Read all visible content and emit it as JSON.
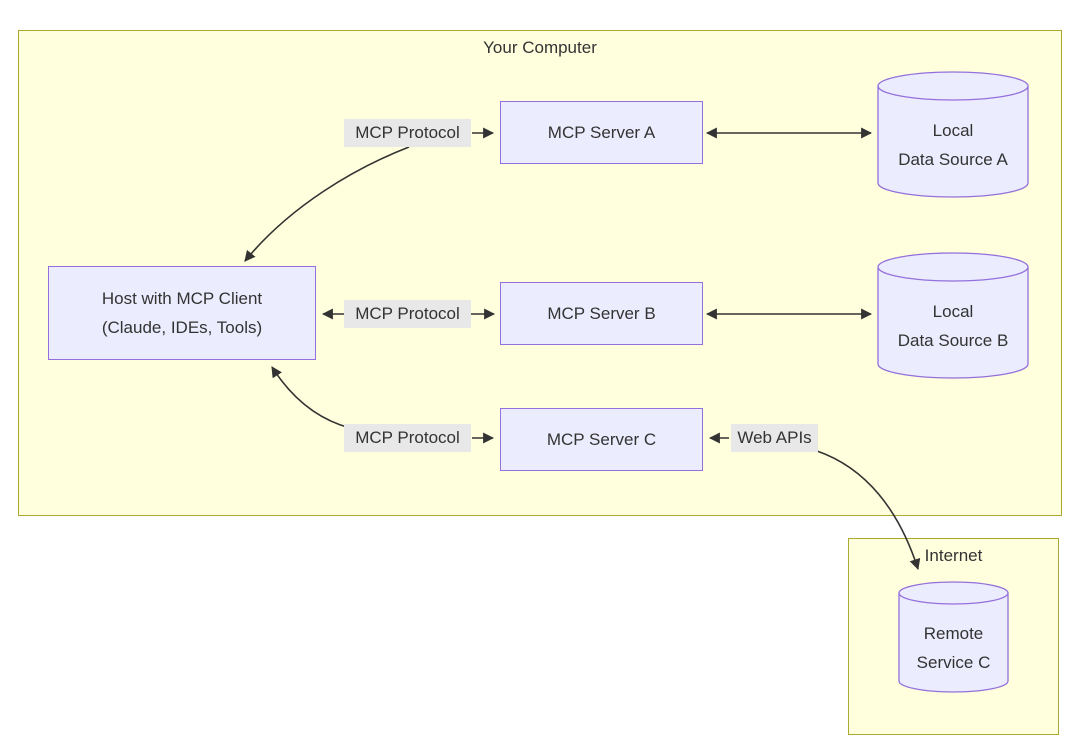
{
  "diagram": {
    "computer_container": {
      "title": "Your Computer"
    },
    "internet_container": {
      "title": "Internet"
    },
    "nodes": {
      "host": {
        "line1": "Host with MCP Client",
        "line2": "(Claude, IDEs, Tools)"
      },
      "server_a": {
        "label": "MCP Server A"
      },
      "server_b": {
        "label": "MCP Server B"
      },
      "server_c": {
        "label": "MCP Server C"
      },
      "data_source_a": {
        "line1": "Local",
        "line2": "Data Source A"
      },
      "data_source_b": {
        "line1": "Local",
        "line2": "Data Source B"
      },
      "remote_service_c": {
        "line1": "Remote",
        "line2": "Service C"
      }
    },
    "edge_labels": {
      "protocol_a": "MCP Protocol",
      "protocol_b": "MCP Protocol",
      "protocol_c": "MCP Protocol",
      "web_apis": "Web APIs"
    },
    "colors": {
      "container_fill": "#ffffde",
      "container_border": "#aaaa33",
      "node_fill": "#ececff",
      "node_border": "#9370db",
      "edge_label_bg": "#e8e8e8",
      "edge_color": "#333333",
      "text_color": "#333333",
      "page_bg": "#ffffff"
    }
  }
}
